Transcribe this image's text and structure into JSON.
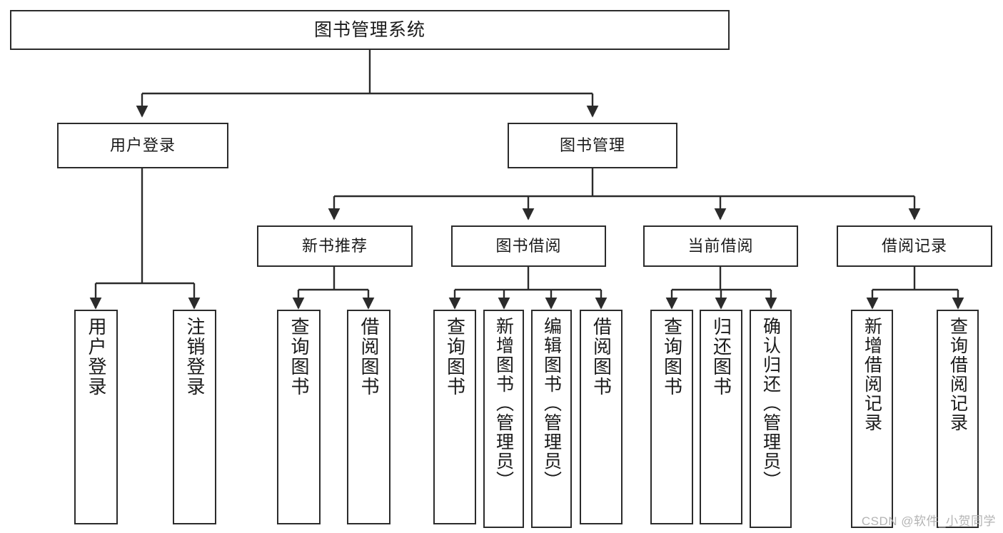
{
  "diagram": {
    "type": "tree",
    "title": "图书管理系统",
    "orientation": "top-down",
    "style": {
      "box_border": "#2b2b2b",
      "box_fill": "#ffffff",
      "connector": "#2b2b2b",
      "text": "#1a1a1a",
      "background": "#ffffff"
    },
    "root": {
      "label": "图书管理系统"
    },
    "level2": [
      {
        "label": "用户登录"
      },
      {
        "label": "图书管理"
      }
    ],
    "level3": [
      {
        "label": "新书推荐"
      },
      {
        "label": "图书借阅"
      },
      {
        "label": "当前借阅"
      },
      {
        "label": "借阅记录"
      }
    ],
    "leaves": {
      "user_login": [
        {
          "label": "用户登录"
        },
        {
          "label": "注销登录"
        }
      ],
      "new_book": [
        {
          "label": "查询图书"
        },
        {
          "label": "借阅图书"
        }
      ],
      "book_borrow": [
        {
          "label": "查询图书"
        },
        {
          "label": "新增图书（管理员）"
        },
        {
          "label": "编辑图书（管理员）"
        },
        {
          "label": "借阅图书"
        }
      ],
      "current_borrow": [
        {
          "label": "查询图书"
        },
        {
          "label": "归还图书"
        },
        {
          "label": "确认归还（管理员）"
        }
      ],
      "borrow_record": [
        {
          "label": "新增借阅记录"
        },
        {
          "label": "查询借阅记录"
        }
      ]
    }
  },
  "watermark": {
    "text": "CSDN @软件_小贺同学"
  }
}
